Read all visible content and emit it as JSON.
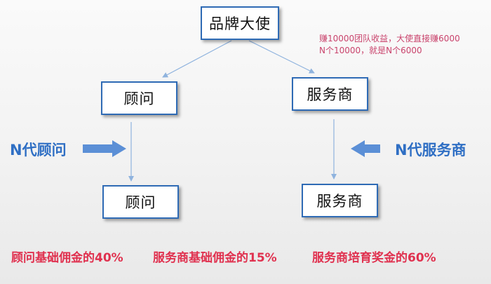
{
  "diagram": {
    "nodes": {
      "top": "品牌大使",
      "advisor_1": "顾问",
      "service_1": "服务商",
      "advisor_2": "顾问",
      "service_2": "服务商"
    },
    "note_lines": [
      "赚10000团队收益，大使直接赚6000",
      "N个10000，就是N个6000"
    ],
    "side_labels": {
      "left": "N代顾问",
      "right": "N代服务商"
    },
    "footer": [
      "顾问基础佣金的40%",
      "服务商基础佣金的15%",
      "服务商培育奖金的60%"
    ],
    "colors": {
      "box_border": "#2f6bb5",
      "connector": "#8fb3de",
      "block_arrow": "#5b8fd6",
      "side_label": "#2f6fc4",
      "note_text": "#c9436c",
      "footer_text": "#e0314f"
    }
  }
}
